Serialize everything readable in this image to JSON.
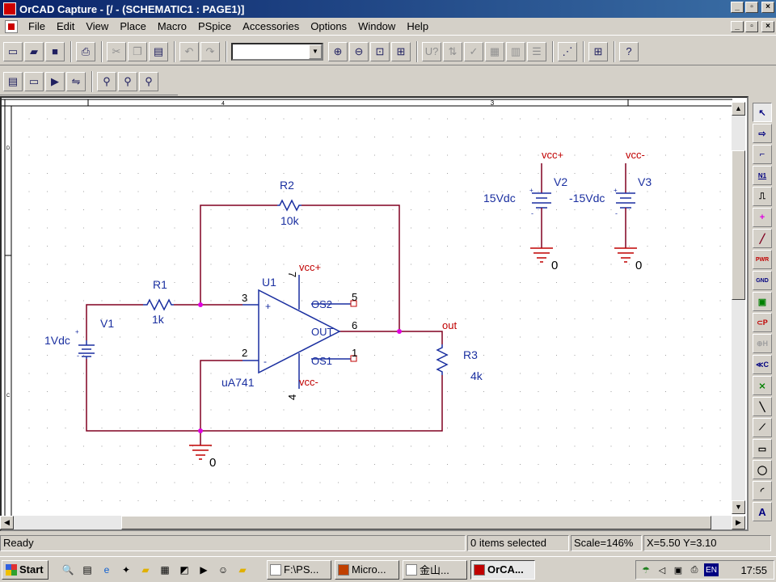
{
  "window": {
    "title": "OrCAD Capture - [/ - (SCHEMATIC1 : PAGE1)]",
    "controls": [
      "_",
      "▫",
      "×"
    ]
  },
  "menu": {
    "items": [
      "File",
      "Edit",
      "View",
      "Place",
      "Macro",
      "PSpice",
      "Accessories",
      "Options",
      "Window",
      "Help"
    ]
  },
  "toolbar": {
    "part_combo_value": "",
    "zoom_in": "⊕",
    "zoom_out": "⊖",
    "zoom_area": "⊡",
    "zoom_all": "⊞"
  },
  "ruler": {
    "top_labels": [
      "4",
      "3"
    ],
    "left_labels": [
      "D",
      "C"
    ]
  },
  "schematic": {
    "colors": {
      "wire": "#800020",
      "part": "#1a2fa0",
      "power": "#c00000",
      "junction": "#e000e0",
      "grid": "#a0a0a0"
    },
    "v1": {
      "ref": "V1",
      "value": "1Vdc",
      "plus": "+",
      "minus": "-"
    },
    "r1": {
      "ref": "R1",
      "value": "1k"
    },
    "r2": {
      "ref": "R2",
      "value": "10k"
    },
    "r3": {
      "ref": "R3",
      "value": "4k"
    },
    "u1": {
      "ref": "U1",
      "model": "uA741",
      "pin_plus": "+",
      "pin_minus": "-",
      "pin_os2": "OS2",
      "pin_out": "OUT",
      "pin_os1": "OS1",
      "pins": {
        "p3": "3",
        "p2": "2",
        "p5": "5",
        "p6": "6",
        "p1": "1",
        "p7": "7",
        "p4": "4"
      },
      "vplus_label": "vcc+",
      "vminus_label": "vcc-"
    },
    "v2": {
      "ref": "V2",
      "value": "15Vdc",
      "net": "vcc+",
      "gnd": "0",
      "plus": "+",
      "minus": "-"
    },
    "v3": {
      "ref": "V3",
      "value": "-15Vdc",
      "net": "vcc-",
      "gnd": "0",
      "plus": "+",
      "minus": "-"
    },
    "main_gnd": "0",
    "out_net": "out"
  },
  "statusbar": {
    "ready": "Ready",
    "selection": "0 items selected",
    "scale": "Scale=146%",
    "coords": "X=5.50  Y=3.10"
  },
  "taskbar": {
    "start": "Start",
    "tasks": [
      "F:\\PS...",
      "Micro...",
      "金山...",
      "OrCA..."
    ],
    "lang": "EN",
    "clock": "17:55"
  }
}
